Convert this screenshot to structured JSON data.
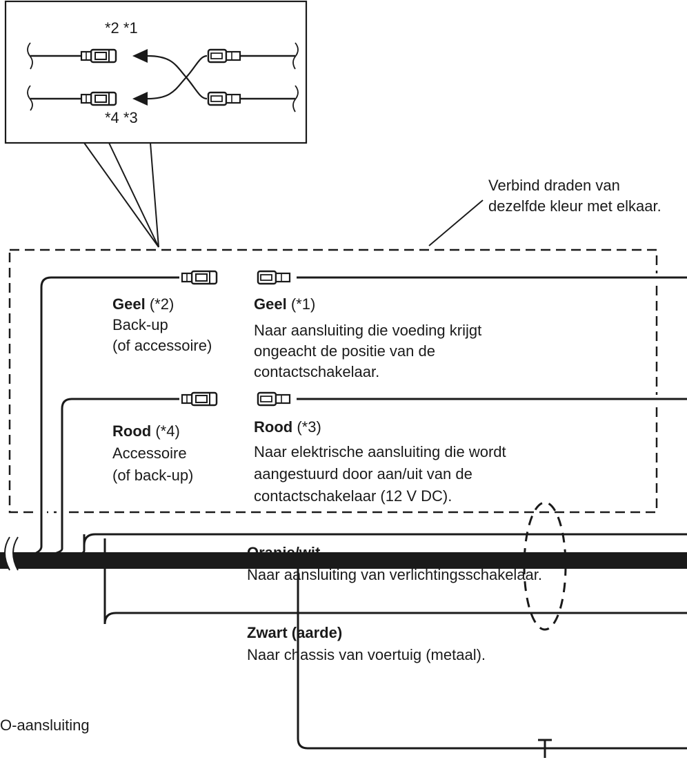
{
  "inset": {
    "top_markers": "*2 *1",
    "bottom_markers": "*4 *3"
  },
  "note": {
    "line1": "Verbind draden van",
    "line2": "dezelfde kleur met elkaar."
  },
  "wires": [
    {
      "color_name": "Geel",
      "marker": "(*2)",
      "lines": [
        "Back-up",
        "(of accessoire)"
      ]
    },
    {
      "color_name": "Geel",
      "marker": "(*1)",
      "lines": [
        "Naar aansluiting die voeding krijgt",
        "ongeacht de positie van de",
        "contactschakelaar."
      ]
    },
    {
      "color_name": "Rood",
      "marker": "(*4)",
      "lines": [
        "Accessoire",
        "(of back-up)"
      ]
    },
    {
      "color_name": "Rood",
      "marker": "(*3)",
      "lines": [
        "Naar elektrische aansluiting die wordt",
        "aangestuurd door aan/uit van de",
        "contactschakelaar (12 V DC)."
      ]
    },
    {
      "color_name": "Oranje/wit",
      "marker": "",
      "lines": [
        "Naar aansluiting van verlichtingsschakelaar."
      ]
    },
    {
      "color_name": "Zwart (aarde)",
      "marker": "",
      "lines": [
        "Naar chassis van voertuig (metaal)."
      ]
    }
  ],
  "bottom_label": "O-aansluiting",
  "colors": {
    "line": "#1a1a1a",
    "background": "#ffffff"
  }
}
